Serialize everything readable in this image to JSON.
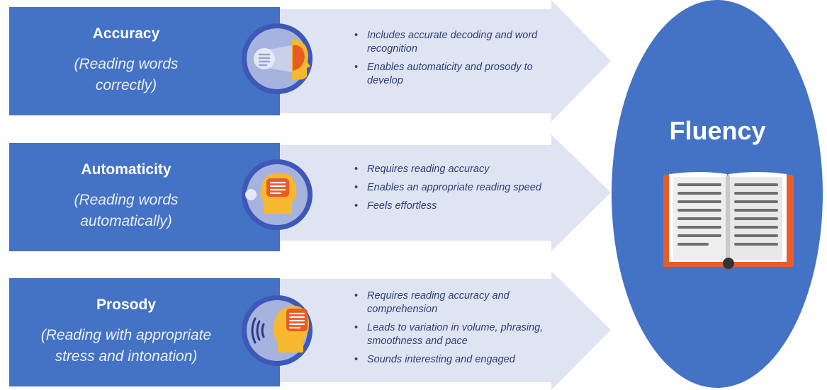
{
  "rows": [
    {
      "title": "Accuracy",
      "subtitle_lines": [
        "(Reading words",
        "correctly)"
      ],
      "bullets": [
        "Includes accurate decoding and word recognition",
        "Enables automaticity and prosody to develop"
      ]
    },
    {
      "title": "Automaticity",
      "subtitle_lines": [
        "(Reading words",
        "automatically)"
      ],
      "bullets": [
        "Requires reading accuracy",
        "Enables an appropriate reading speed",
        "Feels effortless"
      ]
    },
    {
      "title": "Prosody",
      "subtitle_lines": [
        "(Reading with appropriate",
        "stress and intonation)"
      ],
      "bullets": [
        "Requires reading accuracy and comprehension",
        "Leads to variation in volume, phrasing, smoothness and pace",
        "Sounds interesting and engaged"
      ]
    }
  ],
  "outcome": {
    "title": "Fluency",
    "icon": "open-book-icon"
  },
  "colors": {
    "box": "#4472c4",
    "arrow": "#dfe4f3",
    "ellipse": "#4472c4",
    "bullet_text": "#2e3f78",
    "icon_ring": "#3d58b7",
    "icon_fill": "#a6b3df",
    "head": "#f5b82e",
    "brain": "#ea5a24",
    "book_cover": "#e95d2c"
  }
}
